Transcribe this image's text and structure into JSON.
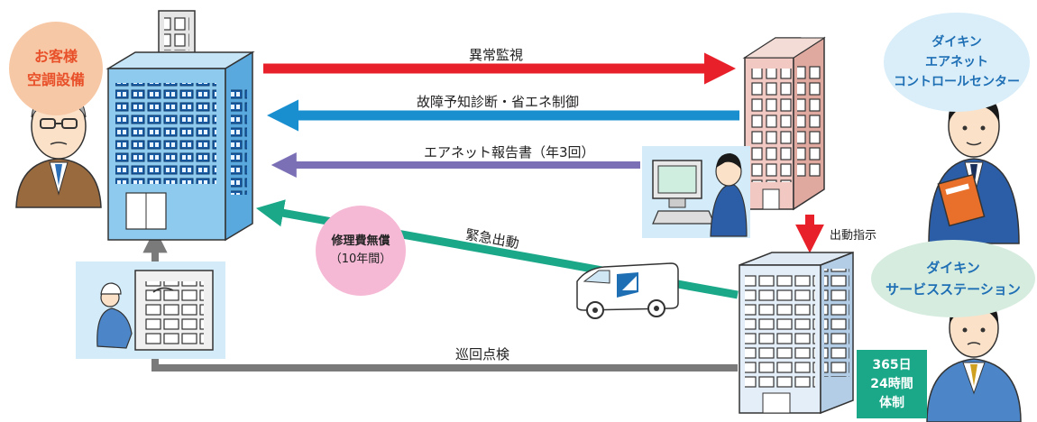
{
  "customer": {
    "line1": "お客様",
    "line2": "空調設備"
  },
  "control_center": {
    "line1": "ダイキン",
    "line2": "エアネット",
    "line3": "コントロールセンター"
  },
  "service_station": {
    "line1": "ダイキン",
    "line2": "サービスステーション"
  },
  "arrows": {
    "monitoring": "異常監視",
    "diagnosis": "故障予知診断・省エネ制御",
    "report": "エアネット報告書（年3回）",
    "dispatch_instruction": "出動指示",
    "emergency": "緊急出動",
    "patrol": "巡回点検"
  },
  "free_repair": {
    "line1": "修理費無償",
    "line2": "（10年間）"
  },
  "support_badge": {
    "line1": "365日",
    "line2": "24時間",
    "line3": "体制"
  },
  "colors": {
    "monitoring": "#e8202a",
    "diagnosis": "#1a8fd0",
    "report": "#7b6fb5",
    "dispatch": "#e8202a",
    "emergency": "#1aa889",
    "patrol": "#7a7a7a",
    "customer_bubble": "#f7c8a6",
    "customer_text": "#e8502a",
    "daikin_bubble": "#d9eef9",
    "station_bubble": "#d6ecdf",
    "daikin_text": "#1f6fb5",
    "repair_bubble": "#f5b9d6",
    "badge": "#1aa889"
  }
}
